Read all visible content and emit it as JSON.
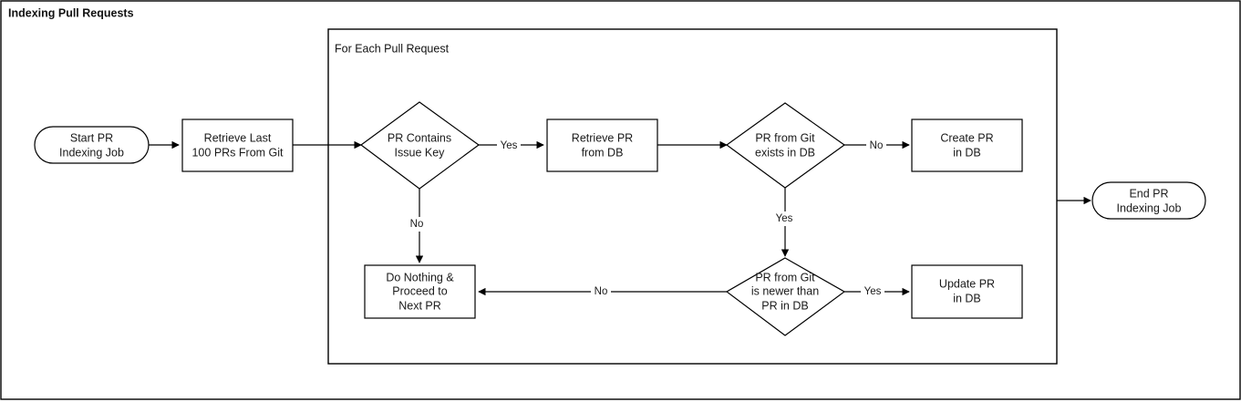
{
  "diagram": {
    "title": "Indexing Pull Requests",
    "subgraph_label": "For Each Pull Request",
    "nodes": {
      "start": {
        "lines": [
          "Start PR",
          "Indexing Job"
        ],
        "shape": "stadium"
      },
      "retrieve_git": {
        "lines": [
          "Retrieve Last",
          "100 PRs From Git"
        ],
        "shape": "rect"
      },
      "has_issue_key": {
        "lines": [
          "PR Contains",
          "Issue Key"
        ],
        "shape": "diamond"
      },
      "do_nothing": {
        "lines": [
          "Do Nothing &",
          "Proceed to",
          "Next PR"
        ],
        "shape": "rect"
      },
      "retrieve_db": {
        "lines": [
          "Retrieve PR",
          "from DB"
        ],
        "shape": "rect"
      },
      "exists_in_db": {
        "lines": [
          "PR from Git",
          "exists in DB"
        ],
        "shape": "diamond"
      },
      "create_pr": {
        "lines": [
          "Create PR",
          "in DB"
        ],
        "shape": "rect"
      },
      "is_newer": {
        "lines": [
          "PR from Git",
          "is newer than",
          "PR in DB"
        ],
        "shape": "diamond"
      },
      "update_pr": {
        "lines": [
          "Update PR",
          "in DB"
        ],
        "shape": "rect"
      },
      "end": {
        "lines": [
          "End PR",
          "Indexing Job"
        ],
        "shape": "stadium"
      }
    },
    "edge_labels": {
      "issue_key_yes": "Yes",
      "issue_key_no": "No",
      "exists_no": "No",
      "exists_yes": "Yes",
      "newer_yes": "Yes",
      "newer_no": "No"
    },
    "colors": {
      "stroke": "#000000",
      "fill": "#ffffff",
      "text": "#1a1a1a"
    }
  }
}
